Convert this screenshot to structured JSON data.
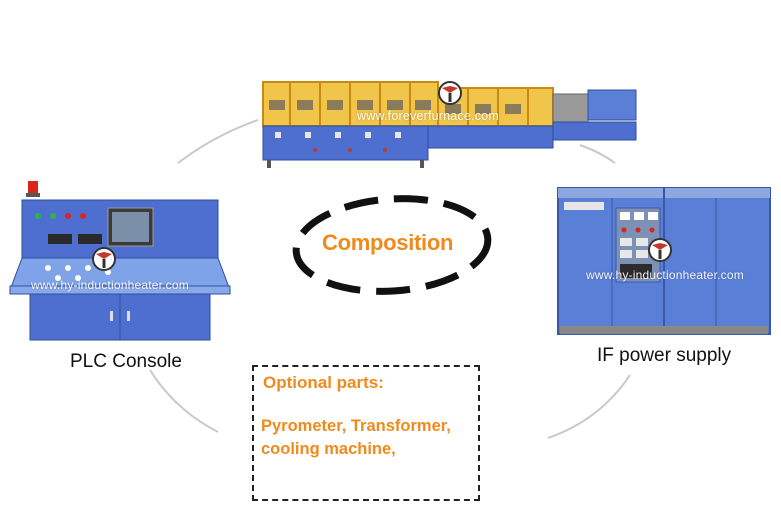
{
  "center": {
    "title": "Composition"
  },
  "top_machine": {
    "watermark": "www.foreverfurnace.com"
  },
  "left_machine": {
    "watermark": "www.hy-inductionheater.com",
    "caption": "PLC Console"
  },
  "right_machine": {
    "watermark": "www.hy-inductionheater.com",
    "caption": "IF power supply",
    "nameplate_icon": "nameplate"
  },
  "optional": {
    "title": "Optional parts:",
    "lines": [
      "Pyrometer, Transformer,",
      "cooling machine,"
    ]
  },
  "colors": {
    "accent": "#f08a1c",
    "machine_blue": "#4f6fd0",
    "frame_yellow": "#e8a21a",
    "ring": "#c8c8c8"
  },
  "icons": [
    "logo-emblem-icon",
    "warning-beacon-icon"
  ]
}
